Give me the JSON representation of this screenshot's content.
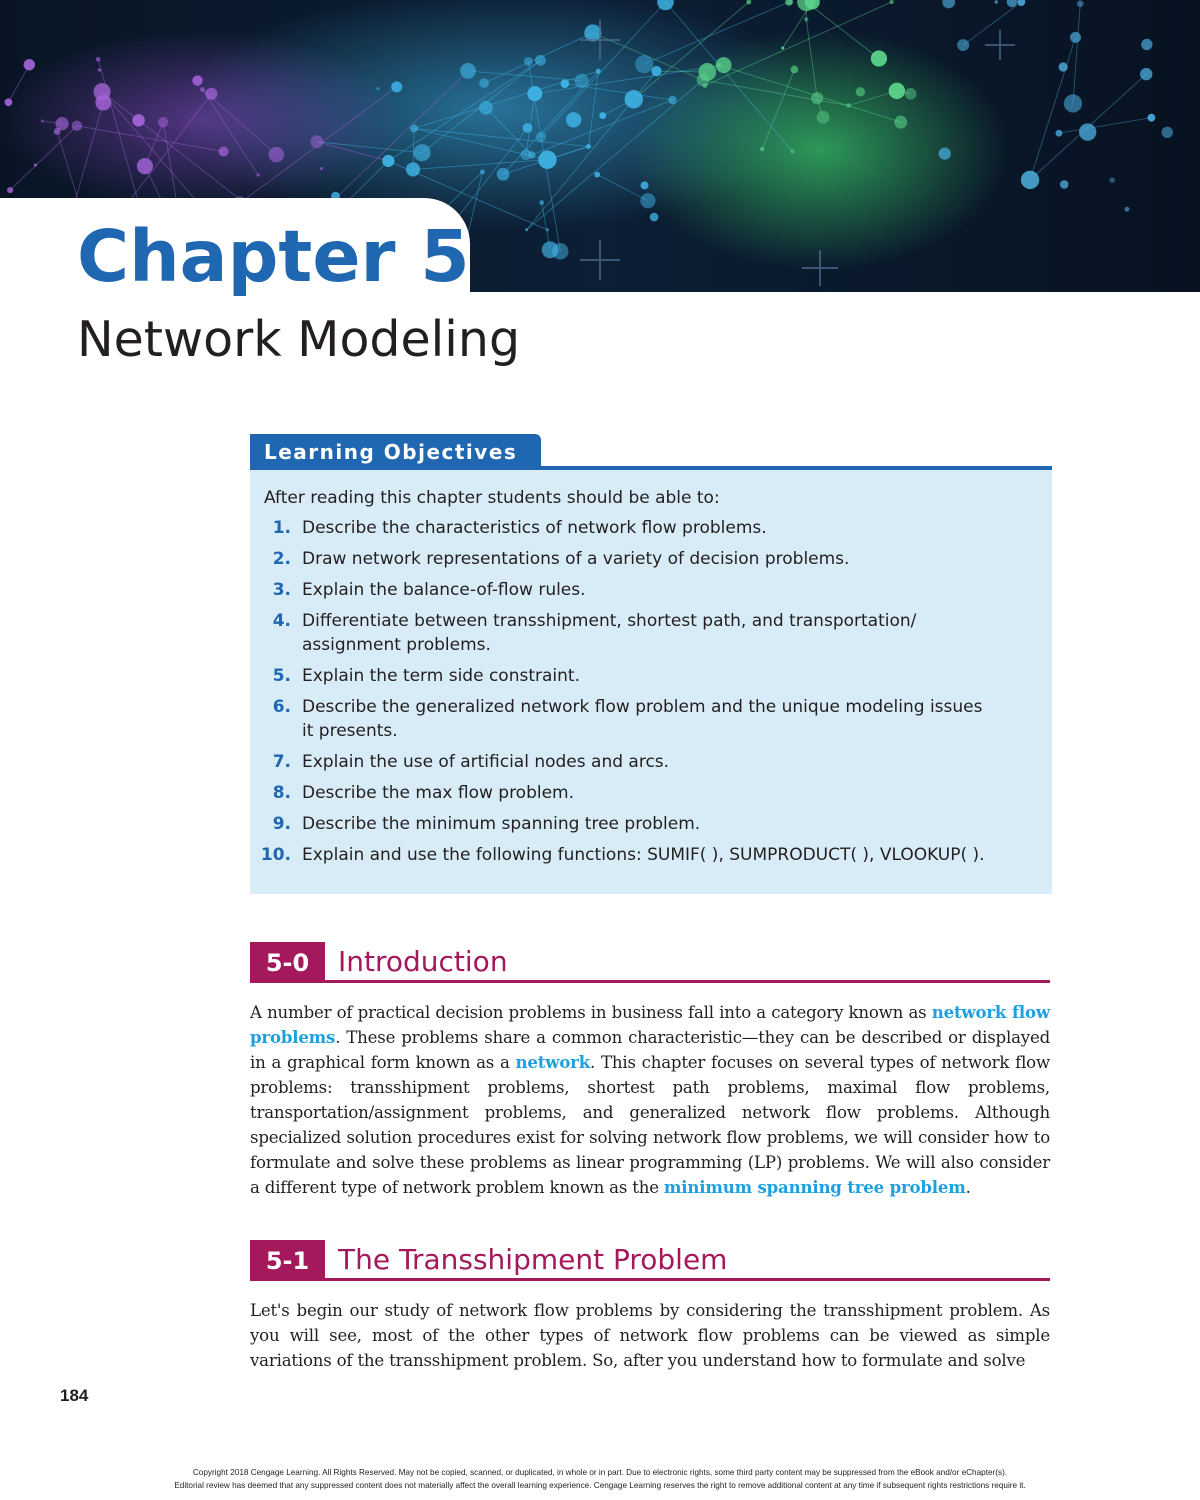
{
  "chapter": {
    "title": "Chapter 5",
    "subtitle": "Network Modeling"
  },
  "learning_objectives": {
    "heading": "Learning Objectives",
    "intro": "After reading this chapter students should be able to:",
    "items": [
      {
        "num": "1.",
        "lines": [
          "Describe the characteristics of network flow problems."
        ]
      },
      {
        "num": "2.",
        "lines": [
          "Draw network representations of a variety of decision problems."
        ]
      },
      {
        "num": "3.",
        "lines": [
          "Explain the balance-of-flow rules."
        ]
      },
      {
        "num": "4.",
        "lines": [
          "Differentiate between transshipment, shortest path, and transportation/",
          "assignment problems."
        ]
      },
      {
        "num": "5.",
        "lines": [
          "Explain the term side constraint."
        ]
      },
      {
        "num": "6.",
        "lines": [
          "Describe the generalized network flow problem and the unique modeling issues",
          "it presents."
        ]
      },
      {
        "num": "7.",
        "lines": [
          "Explain the use of artificial nodes and arcs."
        ]
      },
      {
        "num": "8.",
        "lines": [
          "Describe the max flow problem."
        ]
      },
      {
        "num": "9.",
        "lines": [
          "Describe the minimum spanning tree problem."
        ]
      },
      {
        "num": "10.",
        "lines": [
          "Explain and use the following functions: SUMIF( ), SUMPRODUCT( ), VLOOKUP( )."
        ]
      }
    ]
  },
  "sections": [
    {
      "number": "5-0",
      "title": "Introduction",
      "paragraph": {
        "p1": "A number of practical decision problems in business fall into a category known as ",
        "kw1": "network flow problems",
        "p2": ". These problems share a common characteristic—they can be described or displayed in a graphical form known as a ",
        "kw2": "network",
        "p3": ". This chapter focuses on several types of network flow problems: transshipment problems, shortest path problems, maximal flow problems, transportation/assignment problems, and generalized network flow problems. Although specialized solution procedures exist for solving network flow problems, we will consider how to formulate and solve these problems as linear programming (LP) problems. We will also consider a different type of network problem known as the ",
        "kw3": "minimum spanning tree problem",
        "p4": "."
      }
    },
    {
      "number": "5-1",
      "title": "The Transshipment Problem",
      "paragraph": {
        "text": "Let's begin our study of network flow problems by considering the transshipment problem. As you will see, most of the other types of network flow problems can be viewed as simple variations of the transshipment problem. So, after you understand how to formulate and solve"
      }
    }
  ],
  "page_number": "184",
  "copyright": [
    "Copyright 2018 Cengage Learning. All Rights Reserved. May not be copied, scanned, or duplicated, in whole or in part. Due to electronic rights, some third party content may be suppressed from the eBook and/or eChapter(s).",
    "Editorial review has deemed that any suppressed content does not materially affect the overall learning experience. Cengage Learning reserves the right to remove additional content at any time if subsequent rights restrictions require it."
  ],
  "colors": {
    "chapter_blue": "#1f67b1",
    "section_magenta": "#a3195b",
    "keyword_cyan": "#1da0e0",
    "objectives_background": "#d8ecf8",
    "banner_dark": "#0a1424"
  },
  "banner": {
    "image": "abstract network of glowing connected nodes and lines"
  }
}
